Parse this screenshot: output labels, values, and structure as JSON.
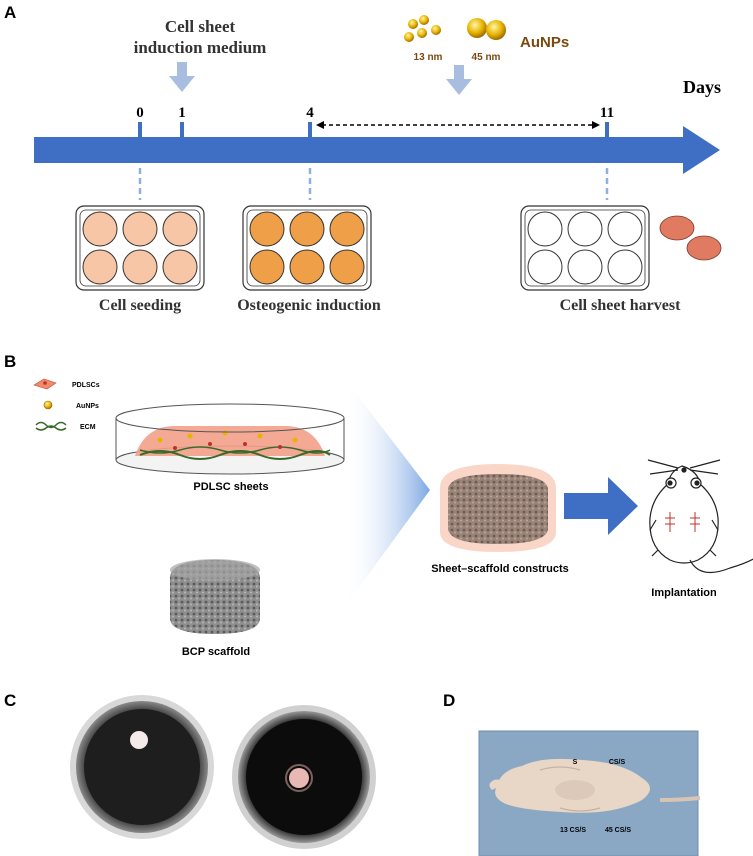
{
  "panels": {
    "a": "A",
    "b": "B",
    "c": "C",
    "d": "D"
  },
  "timeline": {
    "medium_label_line1": "Cell sheet",
    "medium_label_line2": "induction medium",
    "aunp_13": "13 nm",
    "aunp_45": "45 nm",
    "aunp_label": "AuNPs",
    "days_label": "Days",
    "day_0": "0",
    "day_1": "1",
    "day_4": "4",
    "day_11": "11",
    "stage_seeding": "Cell seeding",
    "stage_osteo": "Osteogenic induction",
    "stage_harvest": "Cell sheet harvest"
  },
  "schematic": {
    "legend_pdlsc": "PDLSCs",
    "legend_aunp": "AuNPs",
    "legend_ecm": "ECM",
    "sheets_label": "PDLSC sheets",
    "scaffold_label": "BCP scaffold",
    "construct_label": "Sheet–scaffold constructs",
    "implant_label": "Implantation"
  },
  "photo_d": {
    "label_s": "S",
    "label_cs": "CS/S",
    "label_13": "13 CS/S",
    "label_45": "45 CS/S"
  },
  "colors": {
    "arrow_blue": "#3f6fc4",
    "light_arrow": "#a9bde0",
    "seed_well": "#f6c6a6",
    "osteo_well": "#ef9f48",
    "sheet_pink": "#e07a60",
    "gold": "#e2a400"
  }
}
